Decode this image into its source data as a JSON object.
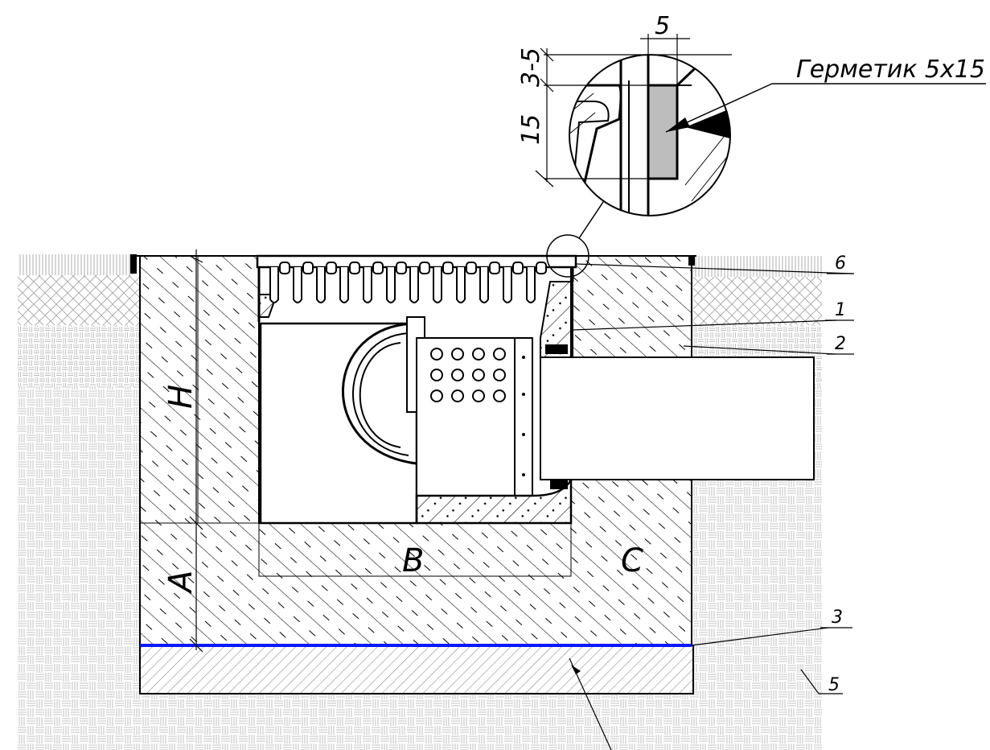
{
  "drawing": {
    "callout_label": "Герметик 5x15",
    "detail_dims": {
      "top": "5",
      "gap": "3-5",
      "height": "15"
    },
    "dimension_letters": {
      "h": "H",
      "a": "A",
      "b": "B",
      "c": "C"
    },
    "part_numbers": {
      "p1": "1",
      "p2": "2",
      "p3": "3",
      "p5": "5",
      "p6": "6"
    }
  },
  "colors": {
    "line": "#000000",
    "waterproofing": "#0018ff",
    "sealant_fill": "#bdbdbd",
    "ground_pattern": "#a8a8a8"
  }
}
